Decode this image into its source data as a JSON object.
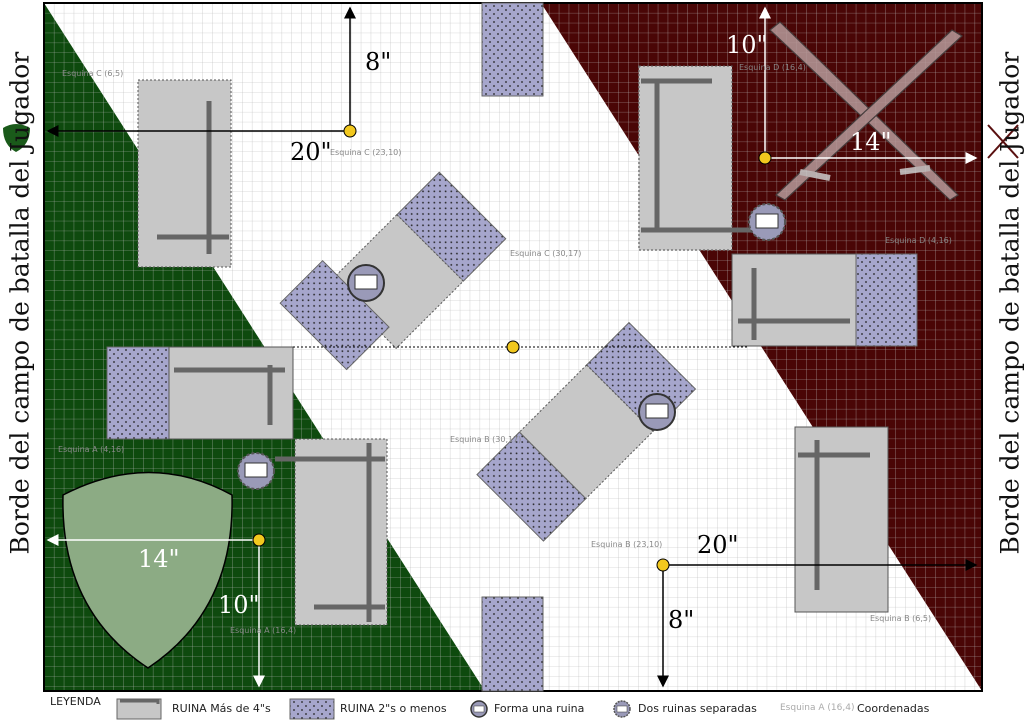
{
  "map": {
    "side_label_left": "Borde del campo de batalla del Jugador",
    "side_label_right": "Borde del campo de batalla del Jugador",
    "measurements": {
      "top_vertical": "8\"",
      "top_horizontal": "20\"",
      "bottom_vertical": "8\"",
      "bottom_horizontal": "20\"",
      "left_horizontal": "14\"",
      "left_vertical": "10\"",
      "right_horizontal": "14\"",
      "right_vertical": "10\""
    },
    "coordinates": {
      "c1": "Esquina C (6,5)",
      "c2": "Esquina C (23,10)",
      "c3": "Esquina C (30,17)",
      "d1": "Esquina D (16,4)",
      "d2": "Esquina D (4,16)",
      "a1": "Esquina A (4,16)",
      "a2": "Esquina A (16,4)",
      "b1": "Esquina B (30,17)",
      "b2": "Esquina B (23,10)",
      "b3": "Esquina B (6,5)"
    },
    "colors": {
      "green_zone": "#0e4a0e",
      "red_zone": "#4a0606",
      "ruin_large": "#c7c7c7",
      "ruin_small": "#a6a6cc",
      "objective": "#f2c81e"
    }
  },
  "legend": {
    "title": "LEYENDA",
    "ruin_large": "RUINA Más de 4\"s",
    "ruin_small": "RUINA 2\"s o menos",
    "one_ruin": "Forma una ruina",
    "two_ruins": "Dos ruinas separadas",
    "coord_example": "Esquina A (16,4)",
    "coordinates": "Coordenadas"
  }
}
